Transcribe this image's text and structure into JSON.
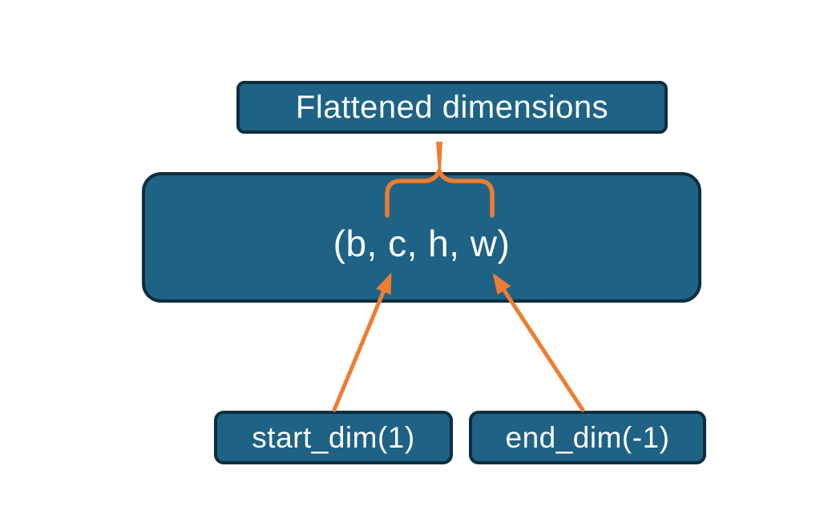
{
  "diagram": {
    "title_box": {
      "label": "Flattened dimensions"
    },
    "tensor_box": {
      "label": "(b, c, h, w)"
    },
    "start_box": {
      "label": "start_dim(1)"
    },
    "end_box": {
      "label": "end_dim(-1)"
    },
    "connectors": {
      "brace": "curly-brace-over-c-h-w",
      "arrows": [
        "start-dim-to-c",
        "end-dim-to-w"
      ]
    },
    "colors": {
      "box_fill": "#1e6285",
      "box_border": "#0e2e3e",
      "accent_orange": "#ed7d31",
      "text": "#ffffff",
      "background": "#ffffff"
    }
  }
}
